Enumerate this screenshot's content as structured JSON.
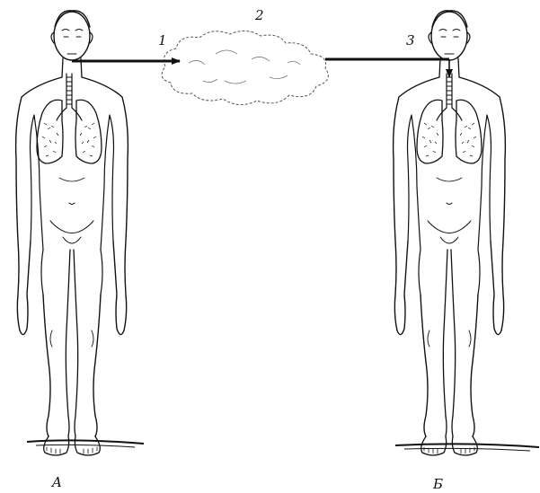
{
  "labels": {
    "person_a": "A",
    "person_b": "Б",
    "marker_1": "1",
    "marker_2": "2",
    "marker_3": "3"
  },
  "colors": {
    "ink": "#111111",
    "background": "#ffffff"
  },
  "icons": {
    "figure": "human-figure-icon",
    "lungs": "lungs-icon",
    "cloud": "cloud-icon",
    "arrow": "arrow-icon"
  }
}
